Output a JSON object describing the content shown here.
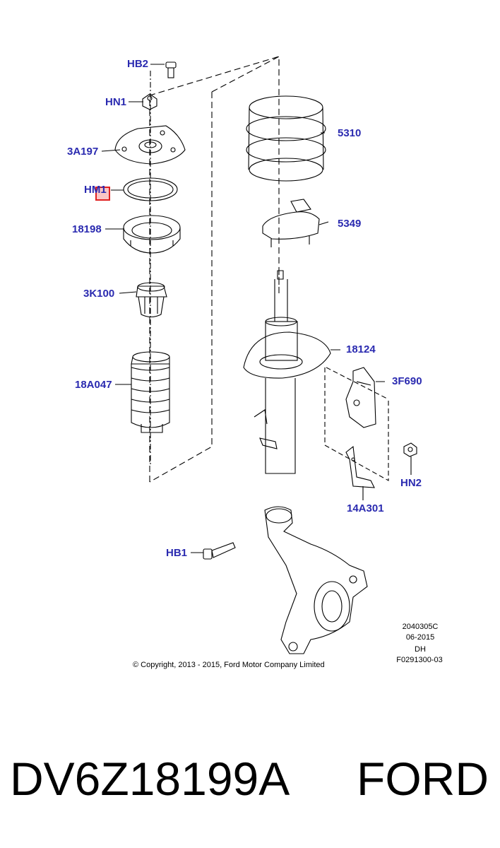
{
  "diagram": {
    "labels": {
      "hb2": "HB2",
      "hn1": "HN1",
      "a3a197": "3A197",
      "hm1": "HM1",
      "p18198": "18198",
      "p3k100": "3K100",
      "p18a047": "18A047",
      "p5310": "5310",
      "p5349": "5349",
      "p18124": "18124",
      "p3f690": "3F690",
      "hn2": "HN2",
      "p14a301": "14A301",
      "hb1": "HB1"
    },
    "meta": {
      "ref": "2040305C",
      "date": "06-2015",
      "code": "DH",
      "fig": "F0291300-03"
    },
    "copyright": "© Copyright, 2013 - 2015, Ford Motor Company Limited",
    "highlight_target": "HM1",
    "colors": {
      "label": "#2a2ab0",
      "highlight": "#e02020",
      "line": "#000000"
    }
  },
  "caption": {
    "part_number": "DV6Z18199A",
    "brand": "FORD"
  }
}
